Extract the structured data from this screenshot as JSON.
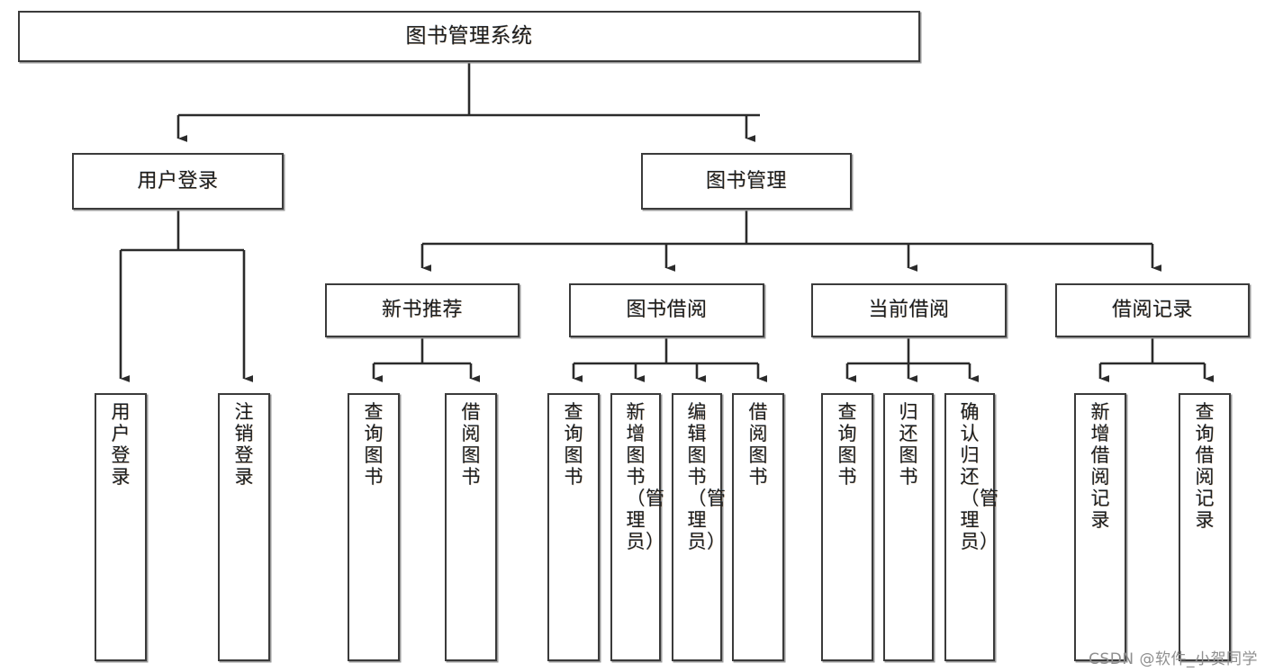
{
  "diagram": {
    "type": "tree-hierarchy",
    "title": "图书管理系统",
    "orientation": "top-down",
    "colors": {
      "box_border": "#3b3b3b",
      "box_fill": "#ffffff",
      "connector": "#2b2b2b",
      "text": "#1d1d1d",
      "watermark": "#8f8f8f",
      "background": "#ffffff"
    },
    "root": {
      "id": "root",
      "label": "图书管理系统"
    },
    "level2": [
      {
        "id": "user-login",
        "label": "用户登录"
      },
      {
        "id": "book-manage",
        "label": "图书管理"
      }
    ],
    "level3": [
      {
        "id": "new-book-recommend",
        "label": "新书推荐",
        "parent": "book-manage"
      },
      {
        "id": "book-borrow",
        "label": "图书借阅",
        "parent": "book-manage"
      },
      {
        "id": "current-borrow",
        "label": "当前借阅",
        "parent": "book-manage"
      },
      {
        "id": "borrow-record",
        "label": "借阅记录",
        "parent": "book-manage"
      }
    ],
    "leaves": [
      {
        "id": "leaf-user-login",
        "label": "用户登录",
        "parent": "user-login"
      },
      {
        "id": "leaf-logout",
        "label": "注销登录",
        "parent": "user-login"
      },
      {
        "id": "leaf-query-book-1",
        "label": "查询图书",
        "parent": "new-book-recommend"
      },
      {
        "id": "leaf-borrow-book-1",
        "label": "借阅图书",
        "parent": "new-book-recommend"
      },
      {
        "id": "leaf-query-book-2",
        "label": "查询图书",
        "parent": "book-borrow"
      },
      {
        "id": "leaf-add-book",
        "label": "新增图书（管理员）",
        "parent": "book-borrow"
      },
      {
        "id": "leaf-edit-book",
        "label": "编辑图书（管理员）",
        "parent": "book-borrow"
      },
      {
        "id": "leaf-borrow-book-2",
        "label": "借阅图书",
        "parent": "book-borrow"
      },
      {
        "id": "leaf-query-book-3",
        "label": "查询图书",
        "parent": "current-borrow"
      },
      {
        "id": "leaf-return-book",
        "label": "归还图书",
        "parent": "current-borrow"
      },
      {
        "id": "leaf-confirm-return",
        "label": "确认归还（管理员）",
        "parent": "current-borrow"
      },
      {
        "id": "leaf-add-record",
        "label": "新增借阅记录",
        "parent": "borrow-record"
      },
      {
        "id": "leaf-query-record",
        "label": "查询借阅记录",
        "parent": "borrow-record"
      }
    ],
    "watermark": "CSDN @软件_小贺同学"
  }
}
